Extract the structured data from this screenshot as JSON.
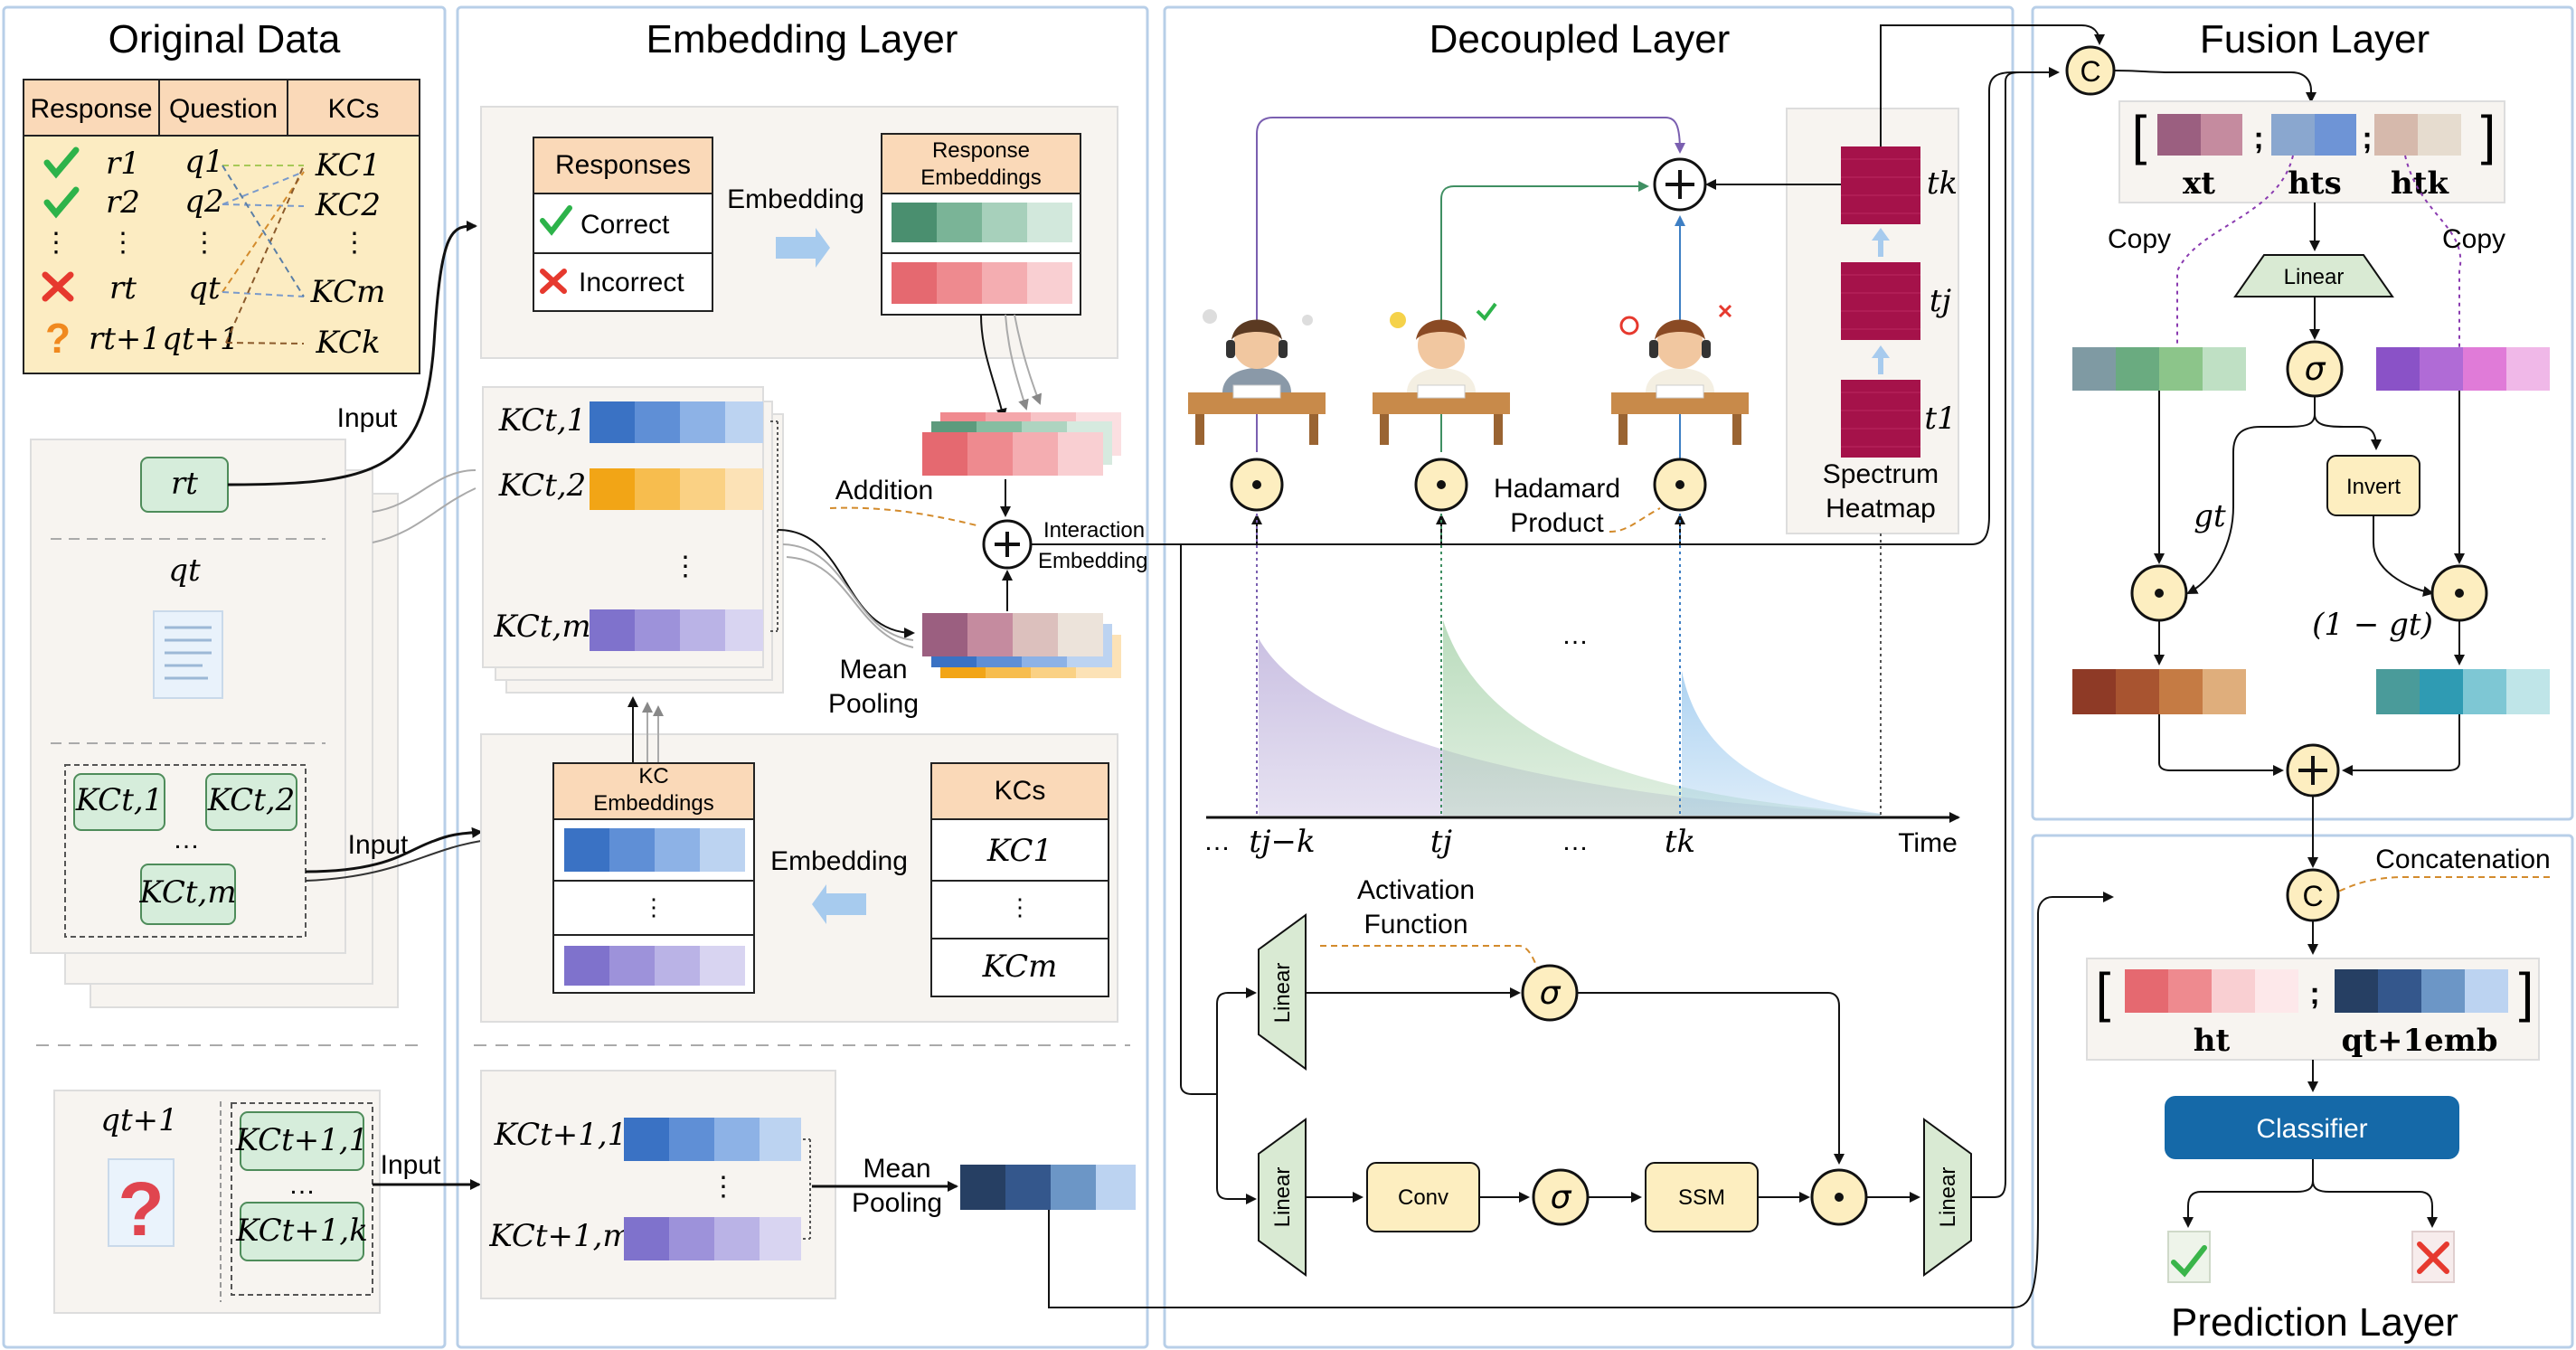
{
  "panels": {
    "original": "Original Data",
    "embedding": "Embedding Layer",
    "decoupled": "Decoupled Layer",
    "fusion": "Fusion Layer",
    "prediction": "Prediction Layer"
  },
  "table": {
    "headers": [
      "Response",
      "Question",
      "KCs"
    ],
    "rows": [
      {
        "r": "r1",
        "q": "q1",
        "kc": "KC1"
      },
      {
        "r": "r2",
        "q": "q2",
        "kc": "KC2"
      },
      {
        "r": "⋮",
        "q": "⋮",
        "kc": "⋮"
      },
      {
        "r": "rt",
        "q": "qt",
        "kc": "KCm"
      },
      {
        "r": "rt+1",
        "q": "qt+1",
        "kc": "KCk"
      }
    ]
  },
  "input_label": "Input",
  "input_card": {
    "r": "rt",
    "q": "qt",
    "dots": "…",
    "kcs": [
      "KCt,1",
      "KCt,2",
      "KCt,m"
    ]
  },
  "next_card": {
    "q": "qt+1",
    "kcs": [
      "KCt+1,1",
      "KCt+1,k"
    ],
    "dots": "…"
  },
  "embed": {
    "responses_header": "Responses",
    "correct": "Correct",
    "incorrect": "Incorrect",
    "embedding": "Embedding",
    "response_emb": [
      "Response",
      "Embeddings"
    ],
    "kc_rows": [
      "KCt,1",
      "KCt,2",
      "⋮",
      "KCt,m"
    ],
    "addition": "Addition",
    "interaction": [
      "Interaction",
      "Embedding"
    ],
    "mean_pooling": [
      "Mean",
      "Pooling"
    ],
    "kc_emb": [
      "KC",
      "Embeddings"
    ],
    "kcs_header": "KCs",
    "kcs_rows": [
      "KC1",
      "⋮",
      "KCm"
    ],
    "next_rows": [
      "KCt+1,1",
      "⋮",
      "KCt+1,m"
    ]
  },
  "decoupled": {
    "hadamard": [
      "Hadamard",
      "Product"
    ],
    "spectrum": [
      "Spectrum",
      "Heatmap"
    ],
    "spectrum_times": [
      "tk",
      "tj",
      "t1"
    ],
    "axis_ticks": [
      "…",
      "tj−k",
      "tj",
      "…",
      "tk"
    ],
    "time": "Time",
    "mid_dots": "…",
    "activation": [
      "Activation",
      "Function"
    ],
    "blocks": {
      "linear": "Linear",
      "conv": "Conv",
      "ssm": "SSM"
    },
    "sigma": "σ"
  },
  "fusion": {
    "vec_labels": [
      "xt",
      "hts",
      "htk"
    ],
    "copy": "Copy",
    "linear": "Linear",
    "invert": "Invert",
    "gt": "gt",
    "one_minus_gt": "(1 − gt)"
  },
  "prediction": {
    "concatenation": "Concatenation",
    "vec_labels": [
      "ht",
      "qt+1emb"
    ],
    "classifier": "Classifier"
  },
  "colors": {
    "panel_border": "#b8cfe8",
    "blue": [
      "#3a72c4",
      "#5f8fd6",
      "#8db2e6",
      "#bcd3f1"
    ],
    "orange": [
      "#f2a516",
      "#f7bd4e",
      "#fad184",
      "#fce2b6"
    ],
    "purple": [
      "#7f72cc",
      "#9d92da",
      "#bab3e6",
      "#d8d4f1"
    ],
    "green": [
      "#4a8f6f",
      "#7ab497",
      "#a7d0bb",
      "#d2e8dc"
    ],
    "red": [
      "#e56970",
      "#ee8a8f",
      "#f4adb1",
      "#f9cfd2"
    ],
    "classifier": "#1569a8"
  }
}
